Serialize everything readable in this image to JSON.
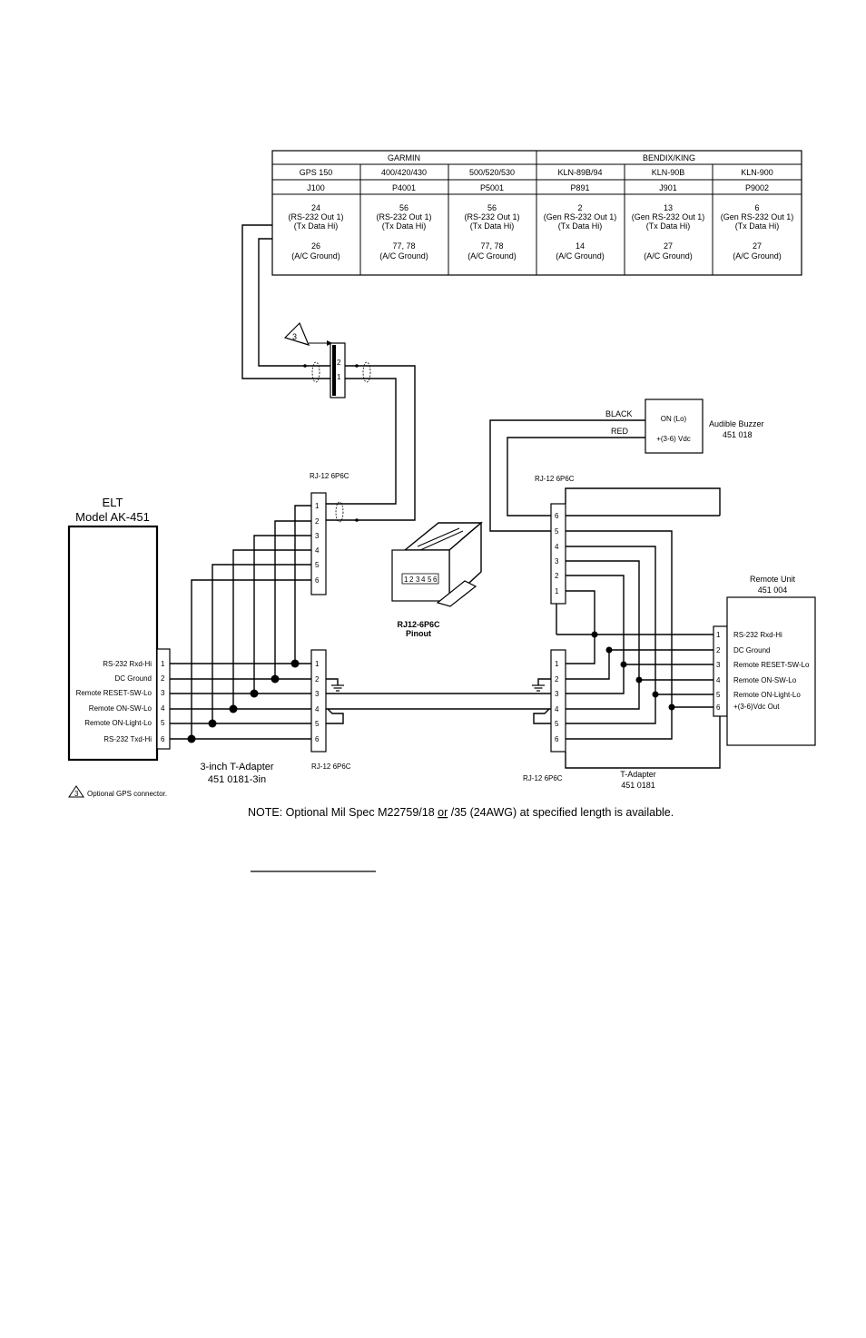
{
  "table": {
    "brands": [
      "GARMIN",
      "BENDIX/KING"
    ],
    "models": [
      "GPS 150",
      "400/420/430",
      "500/520/530",
      "KLN-89B/94",
      "KLN-90B",
      "KLN-900"
    ],
    "connectors": [
      "J100",
      "P4001",
      "P5001",
      "P891",
      "J901",
      "P9002"
    ],
    "data_pins": [
      "24",
      "56",
      "56",
      "2",
      "13",
      "6"
    ],
    "data_desc": [
      [
        "(RS-232 Out 1)",
        "(Tx Data Hi)"
      ],
      [
        "(RS-232 Out 1)",
        "(Tx Data Hi)"
      ],
      [
        "(RS-232 Out 1)",
        "(Tx Data Hi)"
      ],
      [
        "(Gen RS-232 Out 1)",
        "(Tx Data Hi)"
      ],
      [
        "(Gen RS-232 Out 1)",
        "(Tx Data Hi)"
      ],
      [
        "(Gen RS-232 Out 1)",
        "(Tx Data Hi)"
      ]
    ],
    "ground_pins": [
      "26",
      "77, 78",
      "77, 78",
      "14",
      "27",
      "27"
    ],
    "ground_desc": "(A/C Ground)"
  },
  "gps_callout": "3",
  "gps_connector_pins": [
    "2",
    "1"
  ],
  "elt": {
    "title_line1": "ELT",
    "title_line2": "Model AK-451",
    "signals": [
      "RS-232 Rxd-Hi",
      "DC Ground",
      "Remote RESET-SW-Lo",
      "Remote ON-SW-Lo",
      "Remote ON-Light-Lo",
      "RS-232 Txd-Hi"
    ],
    "pins": [
      "1",
      "2",
      "3",
      "4",
      "5",
      "6"
    ]
  },
  "left_adapter": {
    "top_label": "RJ-12 6P6C",
    "bottom_label": "RJ-12 6P6C",
    "name_line1": "3-inch T-Adapter",
    "name_line2": "451 0181-3in",
    "pins": [
      "1",
      "2",
      "3",
      "4",
      "5",
      "6"
    ]
  },
  "pinout": {
    "pins": [
      "1",
      "2",
      "3",
      "4",
      "5",
      "6"
    ],
    "label_line1": "RJ12-6P6C",
    "label_line2": "Pinout"
  },
  "right_adapter": {
    "top_label": "RJ-12 6P6C",
    "bottom_label": "RJ-12 6P6C",
    "name_line1": "T-Adapter",
    "name_line2": "451 0181",
    "top_pins": [
      "6",
      "5",
      "4",
      "3",
      "2",
      "1"
    ],
    "bottom_pins": [
      "1",
      "2",
      "3",
      "4",
      "5",
      "6"
    ]
  },
  "buzzer": {
    "wire_black": "BLACK",
    "wire_red": "RED",
    "line1": "ON (Lo)",
    "line2": "+(3-6) Vdc",
    "name_line1": "Audible Buzzer",
    "name_line2": "451 018"
  },
  "remote": {
    "name_line1": "Remote Unit",
    "name_line2": "451 004",
    "signals": [
      "RS-232 Rxd-Hi",
      "DC Ground",
      "Remote RESET-SW-Lo",
      "Remote ON-SW-Lo",
      "Remote ON-Light-Lo",
      "+(3-6)Vdc Out"
    ],
    "pins": [
      "1",
      "2",
      "3",
      "4",
      "5",
      "6"
    ]
  },
  "legend_text": "Optional GPS connector.",
  "note": {
    "prefix": "NOTE: Optional Mil Spec M22759/18 ",
    "underlined": "or",
    "suffix": " /35 (24AWG) at specified length is available."
  }
}
